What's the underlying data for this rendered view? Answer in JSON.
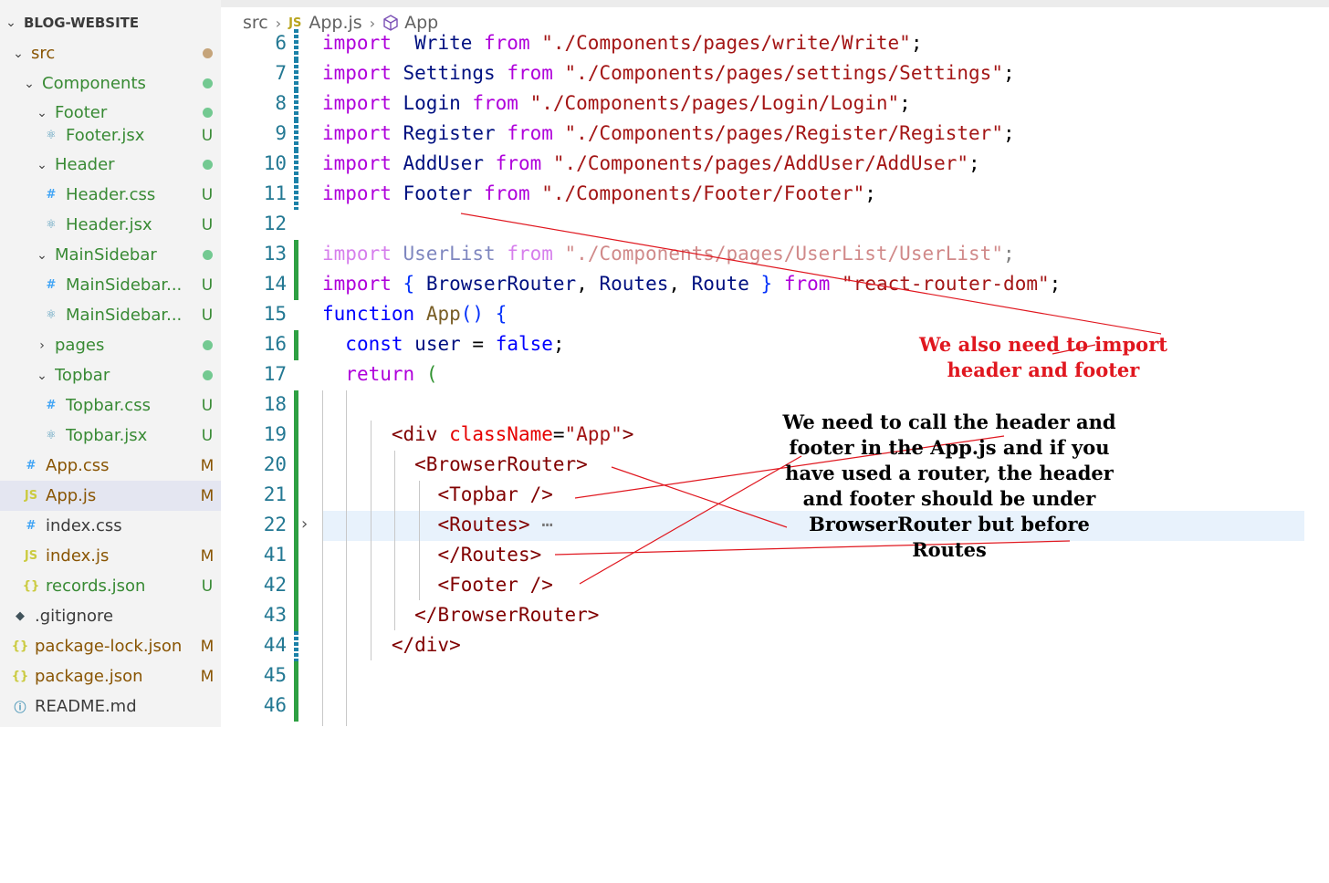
{
  "explorer": {
    "root_label": "BLOG-WEBSITE",
    "items": [
      {
        "label": "src",
        "status": "dot",
        "kind": "folder-open",
        "indent": 1,
        "color": "olive",
        "dot": "#c5a47a"
      },
      {
        "label": "Components",
        "status": "dot",
        "kind": "folder-open",
        "indent": 2,
        "color": "green",
        "dot": "#73c991"
      },
      {
        "label": "Footer",
        "status": "dot",
        "kind": "folder-open",
        "indent": 3,
        "color": "green",
        "dot": "#73c991"
      },
      {
        "label": "Footer.jsx",
        "status": "U",
        "kind": "react",
        "indent": 4,
        "color": "green"
      },
      {
        "label": "Header",
        "status": "dot",
        "kind": "folder-open",
        "indent": 3,
        "color": "green",
        "dot": "#73c991"
      },
      {
        "label": "Header.css",
        "status": "U",
        "kind": "css",
        "indent": 4,
        "color": "green"
      },
      {
        "label": "Header.jsx",
        "status": "U",
        "kind": "react",
        "indent": 4,
        "color": "green"
      },
      {
        "label": "MainSidebar",
        "status": "dot",
        "kind": "folder-open",
        "indent": 3,
        "color": "green",
        "dot": "#73c991"
      },
      {
        "label": "MainSidebar...",
        "status": "U",
        "kind": "css",
        "indent": 4,
        "color": "green"
      },
      {
        "label": "MainSidebar...",
        "status": "U",
        "kind": "react",
        "indent": 4,
        "color": "green"
      },
      {
        "label": "pages",
        "status": "dot",
        "kind": "folder-closed",
        "indent": 3,
        "color": "green",
        "dot": "#73c991"
      },
      {
        "label": "Topbar",
        "status": "dot",
        "kind": "folder-open",
        "indent": 3,
        "color": "green",
        "dot": "#73c991"
      },
      {
        "label": "Topbar.css",
        "status": "U",
        "kind": "css",
        "indent": 4,
        "color": "green"
      },
      {
        "label": "Topbar.jsx",
        "status": "U",
        "kind": "react",
        "indent": 4,
        "color": "green"
      },
      {
        "label": "App.css",
        "status": "M",
        "kind": "css",
        "indent": 2,
        "color": "olive"
      },
      {
        "label": "App.js",
        "status": "M",
        "kind": "js",
        "indent": 2,
        "color": "olive",
        "selected": true
      },
      {
        "label": "index.css",
        "status": "",
        "kind": "css",
        "indent": 2,
        "color": "plain"
      },
      {
        "label": "index.js",
        "status": "M",
        "kind": "js",
        "indent": 2,
        "color": "olive"
      },
      {
        "label": "records.json",
        "status": "U",
        "kind": "json",
        "indent": 2,
        "color": "green"
      },
      {
        "label": ".gitignore",
        "status": "",
        "kind": "git",
        "indent": 1,
        "color": "plain"
      },
      {
        "label": "package-lock.json",
        "status": "M",
        "kind": "json",
        "indent": 1,
        "color": "olive"
      },
      {
        "label": "package.json",
        "status": "M",
        "kind": "json",
        "indent": 1,
        "color": "olive"
      },
      {
        "label": "README.md",
        "status": "",
        "kind": "info",
        "indent": 1,
        "color": "plain"
      }
    ],
    "colors": {
      "green": "#388a34",
      "olive": "#895503",
      "status_untracked": "#388a34",
      "status_modified": "#895503"
    }
  },
  "breadcrumb": {
    "folder": "src",
    "file_icon": "JS",
    "file": "App.js",
    "symbol": "App"
  },
  "editor": {
    "lines": [
      {
        "n": "6",
        "gutter": "mod",
        "tokens": [
          [
            "kw",
            "import"
          ],
          [
            "",
            "  "
          ],
          [
            "var",
            "Write"
          ],
          [
            "",
            ""
          ],
          [
            "kw",
            " from "
          ],
          [
            "str",
            "\"./Components/pages/write/Write\""
          ],
          [
            "",
            ";"
          ]
        ]
      },
      {
        "n": "7",
        "gutter": "mod",
        "tokens": [
          [
            "kw",
            "import"
          ],
          [
            "",
            " "
          ],
          [
            "var",
            "Settings"
          ],
          [
            "kw",
            " from "
          ],
          [
            "str",
            "\"./Components/pages/settings/Settings\""
          ],
          [
            "",
            ";"
          ]
        ]
      },
      {
        "n": "8",
        "gutter": "mod",
        "tokens": [
          [
            "kw",
            "import"
          ],
          [
            "",
            " "
          ],
          [
            "var",
            "Login"
          ],
          [
            "kw",
            " from "
          ],
          [
            "str",
            "\"./Components/pages/Login/Login\""
          ],
          [
            "",
            ";"
          ]
        ]
      },
      {
        "n": "9",
        "gutter": "mod",
        "tokens": [
          [
            "kw",
            "import"
          ],
          [
            "",
            " "
          ],
          [
            "var",
            "Register"
          ],
          [
            "kw",
            " from "
          ],
          [
            "str",
            "\"./Components/pages/Register/Register\""
          ],
          [
            "",
            ";"
          ]
        ]
      },
      {
        "n": "10",
        "gutter": "mod",
        "tokens": [
          [
            "kw",
            "import"
          ],
          [
            "",
            " "
          ],
          [
            "var",
            "AddUser"
          ],
          [
            "kw",
            " from "
          ],
          [
            "str",
            "\"./Components/pages/AddUser/AddUser\""
          ],
          [
            "",
            ";"
          ]
        ]
      },
      {
        "n": "11",
        "gutter": "mod",
        "tokens": [
          [
            "kw",
            "import"
          ],
          [
            "",
            " "
          ],
          [
            "var",
            "Footer"
          ],
          [
            "kw",
            " from "
          ],
          [
            "str",
            "\"./Components/Footer/Footer\""
          ],
          [
            "",
            ";"
          ]
        ]
      },
      {
        "n": "12",
        "gutter": "",
        "tokens": []
      },
      {
        "n": "13",
        "gutter": "add",
        "faded": true,
        "tokens": [
          [
            "kw",
            "import"
          ],
          [
            "",
            " "
          ],
          [
            "var",
            "UserList"
          ],
          [
            "kw",
            " from "
          ],
          [
            "str",
            "\"./Components/pages/UserList/UserList\""
          ],
          [
            "",
            ";"
          ]
        ]
      },
      {
        "n": "14",
        "gutter": "add",
        "tokens": [
          [
            "kw",
            "import"
          ],
          [
            "",
            " "
          ],
          [
            "br1",
            "{"
          ],
          [
            "",
            " "
          ],
          [
            "var",
            "BrowserRouter"
          ],
          [
            "",
            ", "
          ],
          [
            "var",
            "Routes"
          ],
          [
            "",
            ", "
          ],
          [
            "var",
            "Route"
          ],
          [
            "",
            " "
          ],
          [
            "br1",
            "}"
          ],
          [
            "kw",
            " from "
          ],
          [
            "str",
            "\"react-router-dom\""
          ],
          [
            "",
            ";"
          ]
        ]
      },
      {
        "n": "15",
        "gutter": "",
        "tokens": [
          [
            "kb",
            "function"
          ],
          [
            "",
            " "
          ],
          [
            "fn",
            "App"
          ],
          [
            "br1",
            "()"
          ],
          [
            "",
            " "
          ],
          [
            "br1",
            "{"
          ]
        ]
      },
      {
        "n": "16",
        "gutter": "add",
        "tokens": [
          [
            "",
            "  "
          ],
          [
            "kb",
            "const"
          ],
          [
            "",
            " "
          ],
          [
            "var",
            "user"
          ],
          [
            "",
            " = "
          ],
          [
            "kb",
            "false"
          ],
          [
            "",
            ";"
          ]
        ]
      },
      {
        "n": "17",
        "gutter": "",
        "tokens": [
          [
            "",
            "  "
          ],
          [
            "kw",
            "return"
          ],
          [
            "",
            " "
          ],
          [
            "br2",
            "("
          ]
        ]
      },
      {
        "n": "18",
        "gutter": "add",
        "tokens": []
      },
      {
        "n": "19",
        "gutter": "add",
        "tokens": [
          [
            "",
            "      "
          ],
          [
            "tag",
            "<div"
          ],
          [
            "",
            " "
          ],
          [
            "attr",
            "className"
          ],
          [
            "",
            "="
          ],
          [
            "str",
            "\"App\""
          ],
          [
            "tag",
            ">"
          ]
        ]
      },
      {
        "n": "20",
        "gutter": "add",
        "tokens": [
          [
            "",
            "        "
          ],
          [
            "tag",
            "<BrowserRouter>"
          ]
        ]
      },
      {
        "n": "21",
        "gutter": "add",
        "tokens": [
          [
            "",
            "          "
          ],
          [
            "tag",
            "<Topbar />"
          ]
        ]
      },
      {
        "n": "22",
        "gutter": "add",
        "highlight": true,
        "folded": true,
        "tokens": [
          [
            "",
            "          "
          ],
          [
            "tag",
            "<Routes>"
          ],
          [
            "fold-more",
            " ⋯"
          ]
        ]
      },
      {
        "n": "41",
        "gutter": "add",
        "tokens": [
          [
            "",
            "          "
          ],
          [
            "tag",
            "</Routes>"
          ]
        ]
      },
      {
        "n": "42",
        "gutter": "add",
        "tokens": [
          [
            "",
            "          "
          ],
          [
            "tag",
            "<Footer />"
          ]
        ]
      },
      {
        "n": "43",
        "gutter": "add",
        "tokens": [
          [
            "",
            "        "
          ],
          [
            "tag",
            "</BrowserRouter>"
          ]
        ]
      },
      {
        "n": "44",
        "gutter": "mod",
        "tokens": [
          [
            "",
            "      "
          ],
          [
            "tag",
            "</div>"
          ]
        ]
      },
      {
        "n": "45",
        "gutter": "add",
        "tokens": []
      },
      {
        "n": "46",
        "gutter": "add",
        "tokens": []
      }
    ],
    "highlight_color": "#e8f2fc"
  },
  "annotations": {
    "note_imports": "We also need to import header and footer",
    "note_imports_color": "#e0171f",
    "note_router": "We need to call the header and footer in the App.js and if you have used a router, the header and footer should be under BrowserRouter but before Routes",
    "note_router_color": "#000000",
    "line_color": "#e0171f"
  }
}
